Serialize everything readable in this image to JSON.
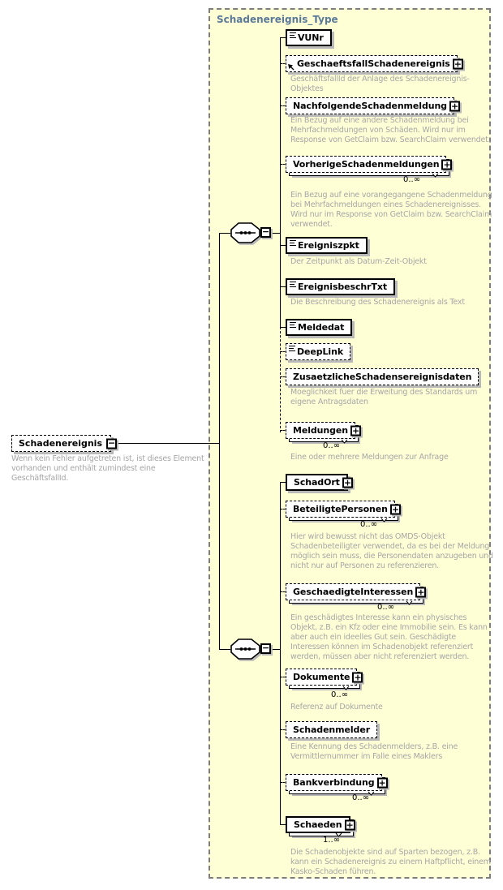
{
  "type_container": {
    "title": "Schadenereignis_Type"
  },
  "root_element": {
    "name": "Schadenereignis",
    "annotation": "Wenn kein Fehler aufgetreten ist, ist dieses Element vorhanden und enthält zumindest eine GeschäftsfallId."
  },
  "compositors": [
    {
      "kind": "sequence"
    },
    {
      "kind": "sequence"
    }
  ],
  "elements": [
    {
      "name": "VUNr"
    },
    {
      "name": "GeschaeftsfallSchadenereignis",
      "annotation": "GeschäftsfallId der Anlage des Schadenereignis-Objektes"
    },
    {
      "name": "NachfolgendeSchadenmeldung",
      "annotation": "Ein Bezug auf eine andere Schadenmeldung bei Mehrfachmeldungen von Schäden. Wird nur im Response von GetClaim bzw. SearchClaim verwendet."
    },
    {
      "name": "VorherigeSchadenmeldungen",
      "occurrence": "0..∞",
      "annotation": "Ein Bezug auf eine vorangegangene Schadenmeldung bei Mehrfachmeldungen eines Schadenereignisses. Wird nur im Response von GetClaim bzw. SearchClaim verwendet."
    },
    {
      "name": "Ereigniszpkt",
      "annotation": "Der Zeitpunkt als Datum-Zeit-Objekt"
    },
    {
      "name": "EreignisbeschrTxt",
      "annotation": "Die Beschreibung des Schadenereignis als Text"
    },
    {
      "name": "Meldedat"
    },
    {
      "name": "DeepLink"
    },
    {
      "name": "ZusaetzlicheSchadensereignisdaten",
      "annotation": "Moeglichkeit fuer die Erweitung des Standards um eigene Antragsdaten"
    },
    {
      "name": "Meldungen",
      "occurrence": "0..∞",
      "annotation": "Eine oder mehrere Meldungen zur Anfrage"
    },
    {
      "name": "SchadOrt"
    },
    {
      "name": "BeteiligtePersonen",
      "occurrence": "0..∞",
      "annotation": "Hier wird bewusst nicht das OMDS-Objekt Schadenbeteiligter verwendet, da es bei der Meldung möglich sein muss, die Personendaten anzugeben und nicht nur auf Personen zu referenzieren."
    },
    {
      "name": "GeschaedigteInteressen",
      "occurrence": "0..∞",
      "annotation": "Ein geschädigtes Interesse kann ein physisches Objekt, z.B. ein Kfz oder eine Immobilie sein. Es kann aber auch ein ideelles Gut sein. Geschädigte Interessen können im Schadenobjekt referenziert werden, müssen aber nicht referenziert werden."
    },
    {
      "name": "Dokumente",
      "occurrence": "0..∞",
      "annotation": "Referenz auf Dokumente"
    },
    {
      "name": "Schadenmelder",
      "annotation": "Eine Kennung des Schadenmelders, z.B. eine Vermittlernummer im Falle eines Maklers"
    },
    {
      "name": "Bankverbindung",
      "occurrence": "0..∞"
    },
    {
      "name": "Schaeden",
      "occurrence": "1..∞",
      "annotation": "Die Schadenobjekte sind auf Sparten bezogen, z.B. kann ein Schadenereignis zu einem Haftpflicht, einem Kasko-Schaden führen."
    }
  ],
  "icons": {
    "expand_glyph": "+",
    "collapse_glyph": "−"
  },
  "colors": {
    "container_fill": "#ffffd6",
    "container_border": "#7e7e7e",
    "type_title_text": "#5b7a99",
    "annotation_text": "#a6a6a6",
    "box_shadow": "#b9b9b9",
    "line": "#000000"
  }
}
